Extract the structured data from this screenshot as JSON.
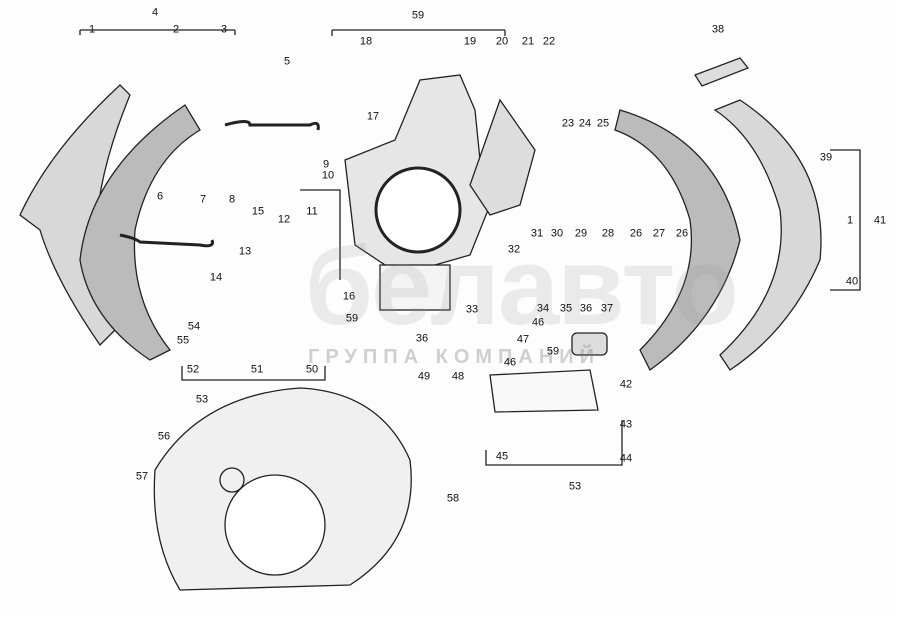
{
  "watermark": {
    "logo": "белавто",
    "subtitle": "ГРУППА КОМПАНИЙ"
  },
  "labels": [
    "4",
    "1",
    "2",
    "3",
    "5",
    "59",
    "18",
    "19",
    "20",
    "21",
    "22",
    "38",
    "23",
    "24",
    "25",
    "17",
    "9",
    "10",
    "6",
    "7",
    "8",
    "15",
    "12",
    "11",
    "13",
    "14",
    "16",
    "59",
    "54",
    "55",
    "36",
    "34",
    "46",
    "47",
    "46",
    "48",
    "49",
    "50",
    "51",
    "52",
    "53",
    "35",
    "36",
    "37",
    "30",
    "29",
    "28",
    "26",
    "27",
    "26",
    "31",
    "32",
    "33",
    "39",
    "41",
    "1",
    "40",
    "42",
    "43",
    "44",
    "45",
    "53",
    "56",
    "57",
    "58",
    "59"
  ]
}
